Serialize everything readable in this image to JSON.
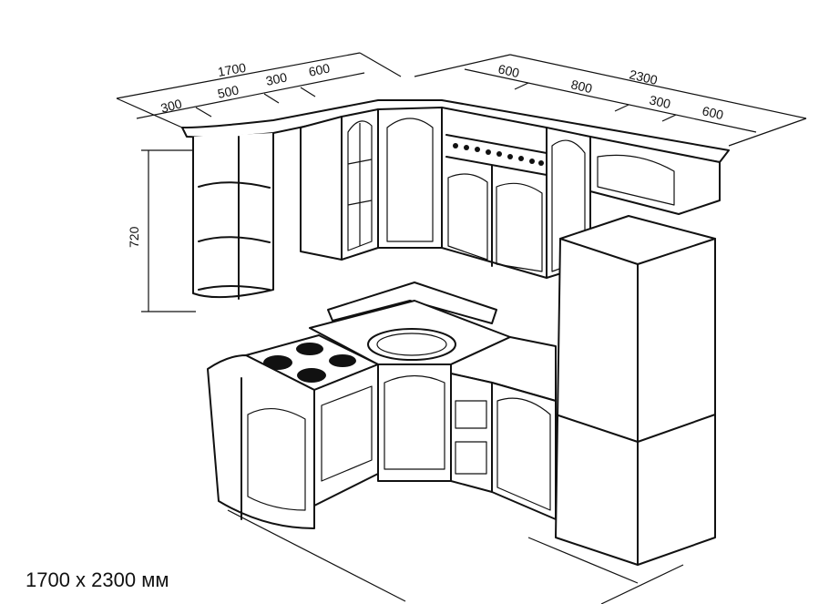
{
  "caption": "1700 x 2300 мм",
  "dimensions": {
    "left_total": "1700",
    "left_seg1": "300",
    "left_seg2": "500",
    "left_seg3": "300",
    "left_seg4": "600",
    "right_total": "2300",
    "right_seg1": "600",
    "right_seg2": "800",
    "right_seg3": "300",
    "right_seg4": "600",
    "height": "720"
  }
}
